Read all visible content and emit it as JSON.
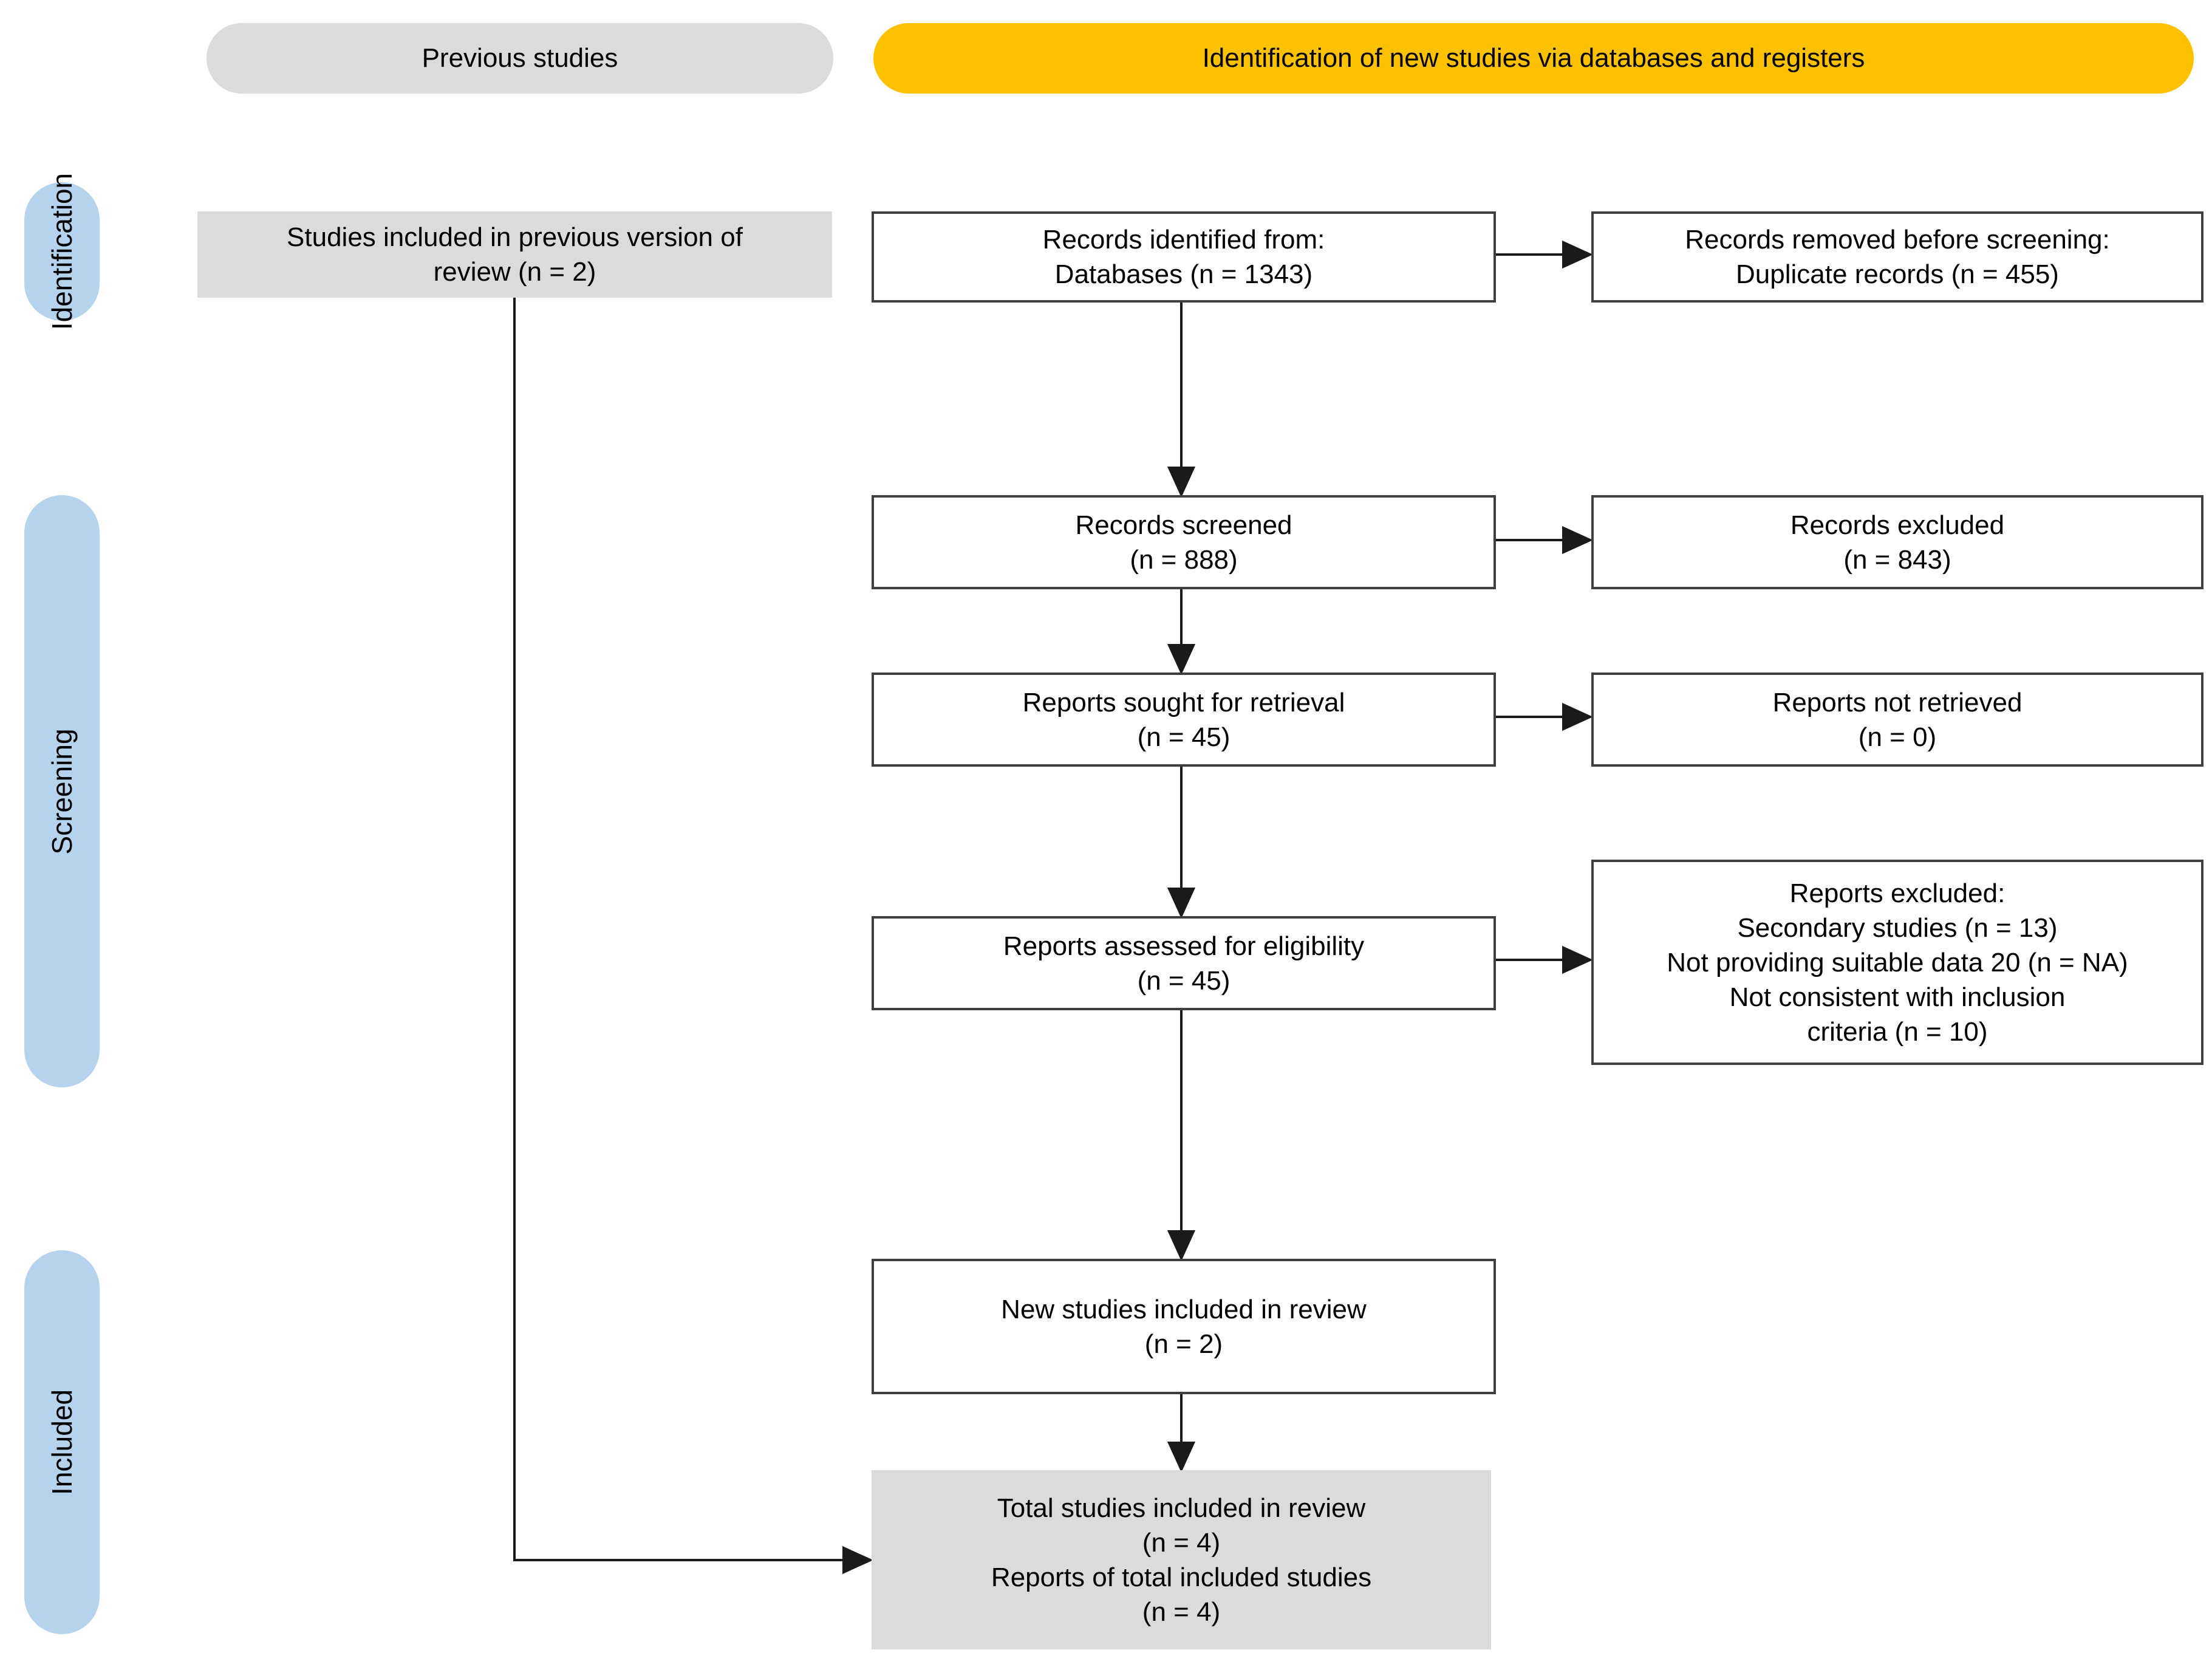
{
  "headers": {
    "previous": "Previous studies",
    "identification": "Identification of new studies via databases and registers"
  },
  "side_labels": {
    "identification": "Identification",
    "screening": "Screening",
    "included": "Included"
  },
  "boxes": {
    "previous_review": {
      "lines": [
        "Studies included in previous version of",
        "review (n = 2)"
      ]
    },
    "records_identified": {
      "lines": [
        "Records identified from:",
        "Databases (n = 1343)"
      ]
    },
    "records_removed": {
      "lines": [
        "Records removed before screening:",
        "Duplicate records (n = 455)"
      ]
    },
    "records_screened": {
      "lines": [
        "Records screened",
        "(n = 888)"
      ]
    },
    "records_excluded": {
      "lines": [
        "Records excluded",
        "(n = 843)"
      ]
    },
    "reports_sought": {
      "lines": [
        "Reports sought for retrieval",
        "(n = 45)"
      ]
    },
    "reports_not_retrieved": {
      "lines": [
        "Reports not retrieved",
        "(n = 0)"
      ]
    },
    "reports_assessed": {
      "lines": [
        "Reports assessed for eligibility",
        "(n = 45)"
      ]
    },
    "reports_excluded": {
      "lines": [
        "Reports excluded:",
        "Secondary studies (n = 13)",
        "Not providing suitable data 20 (n = NA)",
        "Not consistent with inclusion",
        "criteria (n = 10)"
      ]
    },
    "new_studies_included": {
      "lines": [
        "New studies included in review",
        "(n = 2)"
      ]
    },
    "total_included": {
      "lines": [
        "Total studies included in review",
        "(n = 4)",
        "Reports of total included studies",
        "(n = 4)"
      ]
    }
  },
  "colors": {
    "header_yellow": "#FEC100",
    "band_blue": "#B6D3EE",
    "box_gray": "#DBDBDB",
    "box_border": "#3F3F3F",
    "arrow": "#1A1A1A"
  }
}
